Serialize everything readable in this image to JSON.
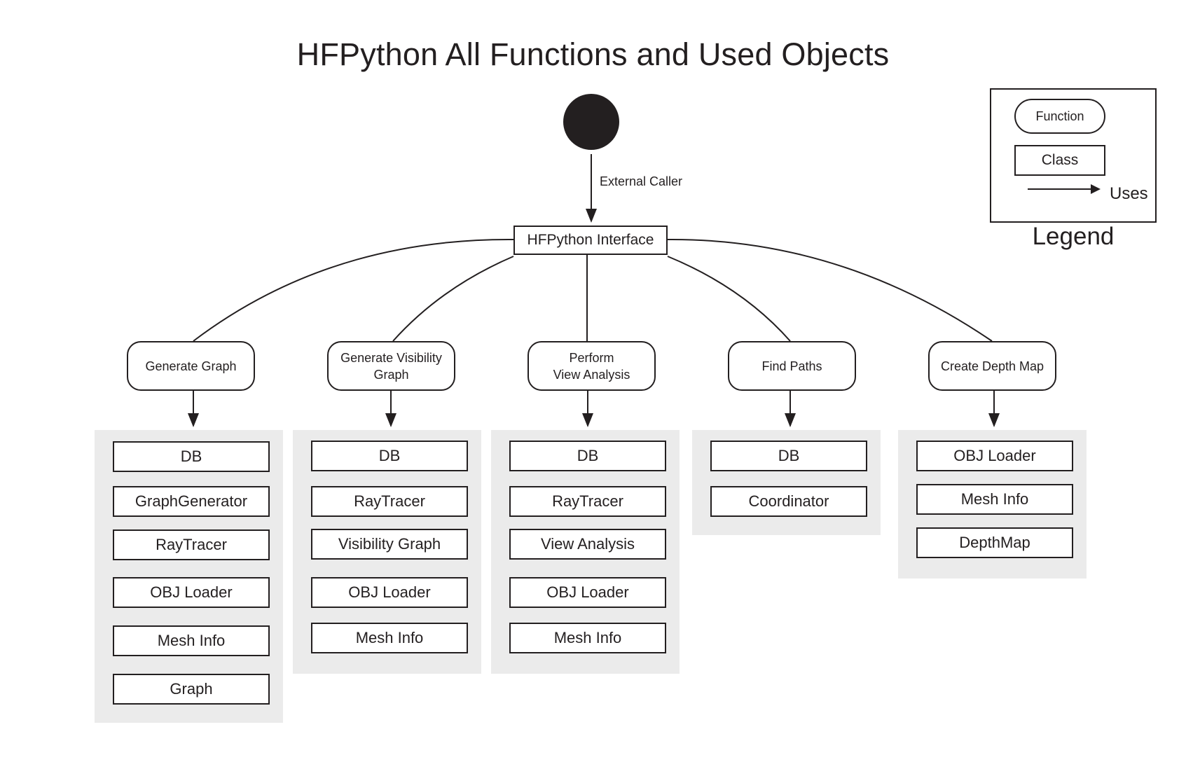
{
  "title": "HFPython All Functions and Used Objects",
  "external_caller": "External Caller",
  "interface": "HFPython Interface",
  "functions": [
    {
      "label": "Generate Graph",
      "classes": [
        "DB",
        "GraphGenerator",
        "RayTracer",
        "OBJ Loader",
        "Mesh Info",
        "Graph"
      ]
    },
    {
      "label": "Generate Visibility\nGraph",
      "classes": [
        "DB",
        "RayTracer",
        "Visibility Graph",
        "OBJ Loader",
        "Mesh Info"
      ]
    },
    {
      "label": "Perform\nView Analysis",
      "classes": [
        "DB",
        "RayTracer",
        "View Analysis",
        "OBJ Loader",
        "Mesh Info"
      ]
    },
    {
      "label": "Find Paths",
      "classes": [
        "DB",
        "Coordinator"
      ]
    },
    {
      "label": "Create Depth Map",
      "classes": [
        "OBJ Loader",
        "Mesh Info",
        "DepthMap"
      ]
    }
  ],
  "legend": {
    "function": "Function",
    "class": "Class",
    "uses": "Uses",
    "title": "Legend"
  },
  "colors": {
    "ink": "#231f20",
    "group_background": "#ebebeb"
  }
}
